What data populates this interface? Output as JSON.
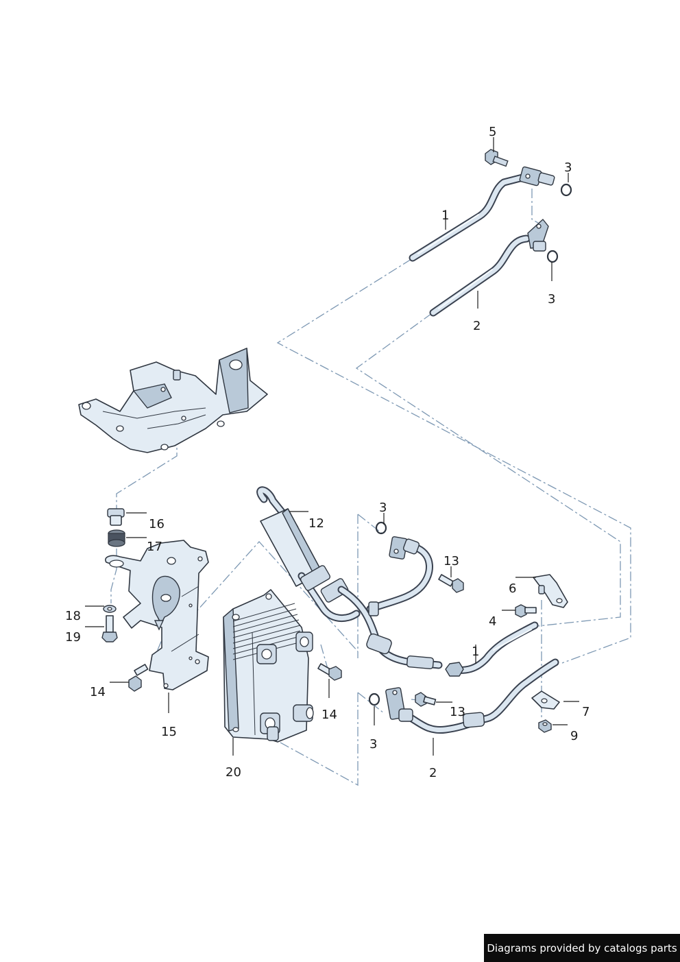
{
  "diagram": {
    "labels": {
      "l1_top": "1",
      "l1_bottom": "1",
      "l2_top": "2",
      "l2_bottom": "2",
      "l3_a": "3",
      "l3_b": "3",
      "l3_c": "3",
      "l3_d": "3",
      "l4": "4",
      "l5": "5",
      "l6": "6",
      "l7": "7",
      "l9": "9",
      "l12": "12",
      "l13_a": "13",
      "l13_b": "13",
      "l14_a": "14",
      "l14_b": "14",
      "l15": "15",
      "l16": "16",
      "l17": "17",
      "l18": "18",
      "l19": "19",
      "l20": "20"
    },
    "colors": {
      "line": "#2f3640",
      "fill": "#e3ecf4",
      "dash": "#7d98b3"
    }
  },
  "footer": {
    "credit": "Diagrams provided by catalogs parts"
  }
}
